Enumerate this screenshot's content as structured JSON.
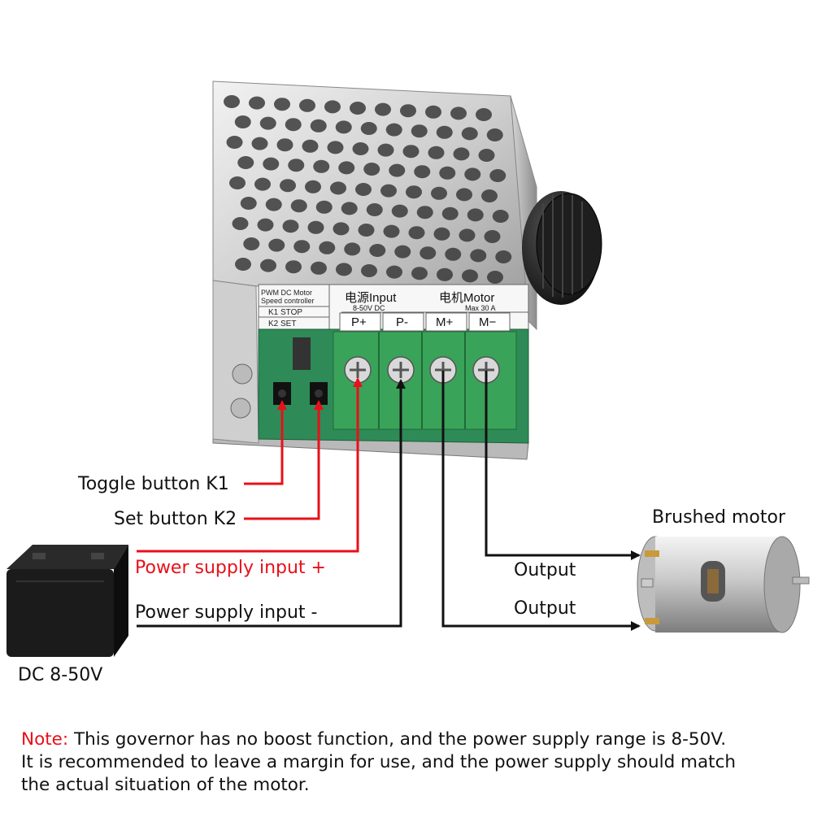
{
  "controller": {
    "panel_title_line1": "PWM DC Motor",
    "panel_title_line2": "Speed controller",
    "k1_label": "K1 STOP",
    "k2_label": "K2 SET",
    "input_heading": "电源Input",
    "input_range": "8-50V DC",
    "motor_heading": "电机Motor",
    "motor_max": "Max 30 A",
    "terminals": [
      "P+",
      "P-",
      "M+",
      "M−"
    ]
  },
  "labels": {
    "toggle_button": "Toggle button K1",
    "set_button": "Set button K2",
    "power_plus": "Power supply input +",
    "power_minus": "Power supply input -",
    "battery": "DC 8-50V",
    "motor": "Brushed motor",
    "output_1": "Output",
    "output_2": "Output"
  },
  "note": {
    "lead": "Note:",
    "line1": " This governor has no boost function, and the power supply range is 8-50V.",
    "line2": "It is recommended to leave a margin for use, and the power supply should match",
    "line3": " the actual situation of the motor."
  },
  "colors": {
    "red_wire": "#e8101a",
    "black_wire": "#111111",
    "pcb_green": "#2e8b57",
    "terminal_green": "#3aa35a"
  }
}
